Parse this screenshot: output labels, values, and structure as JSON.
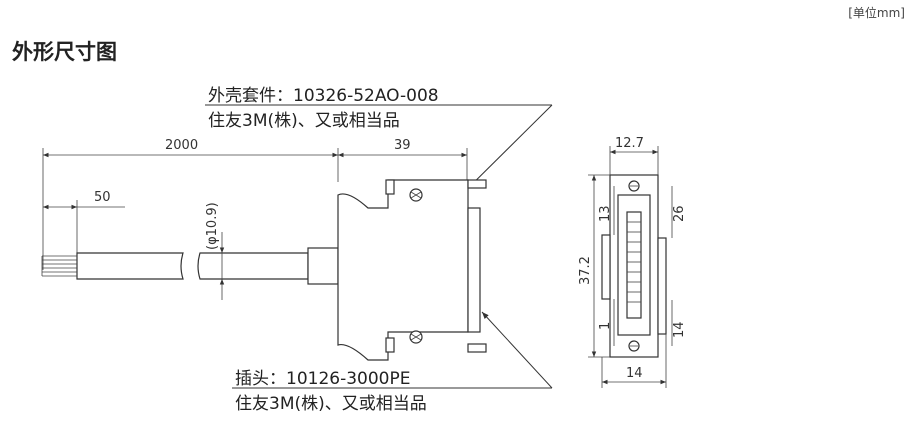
{
  "unit_label": "[单位mm]",
  "title": "外形尺寸图",
  "shell": {
    "line1": "外壳套件：10326-52AO-008",
    "line2": "住友3M(株)、又或相当品"
  },
  "plug": {
    "line1": "插头：10126-3000PE",
    "line2": "住友3M(株)、又或相当品"
  },
  "dimensions": {
    "cable_length": "2000",
    "strip_length": "50",
    "cable_diameter": "(φ10.9)",
    "connector_length": "39",
    "width_top": "12.7",
    "height_total": "37.2",
    "dim_13": "13",
    "dim_26": "26",
    "dim_1": "1",
    "dim_14_side": "14",
    "width_bottom": "14"
  }
}
